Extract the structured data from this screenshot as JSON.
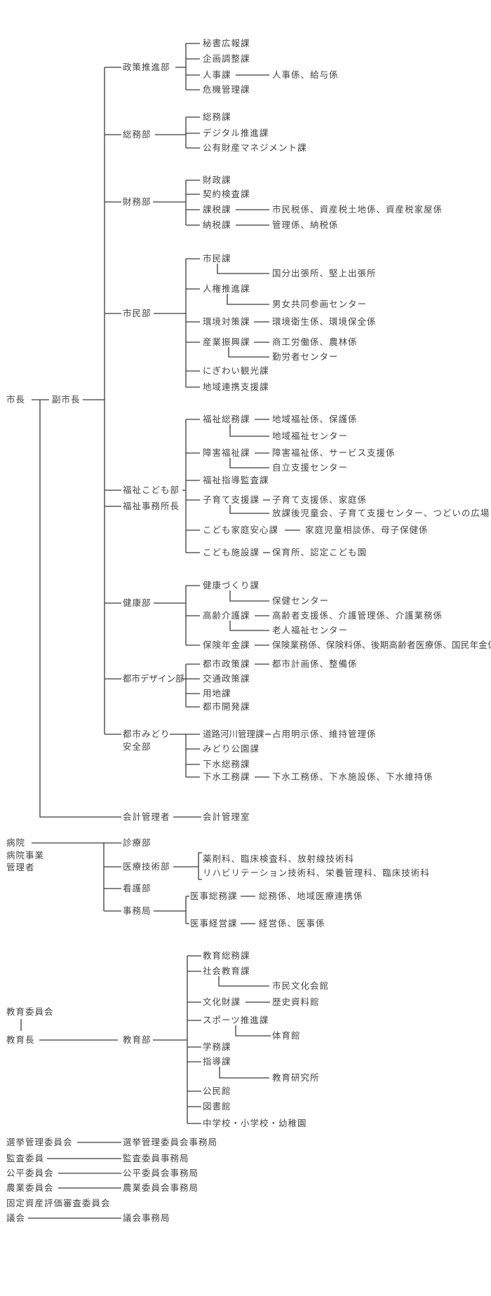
{
  "mayor": "市長",
  "deputy_mayor": "副市長",
  "departments": [
    {
      "name": "政策推進部",
      "sections": [
        {
          "name": "秘書広報課"
        },
        {
          "name": "企画調整課"
        },
        {
          "name": "人事課",
          "units": "人事係、給与係"
        },
        {
          "name": "危機管理課"
        }
      ]
    },
    {
      "name": "総務部",
      "sections": [
        {
          "name": "総務課"
        },
        {
          "name": "デジタル推進課"
        },
        {
          "name": "公有財産マネジメント課"
        }
      ]
    },
    {
      "name": "財務部",
      "sections": [
        {
          "name": "財政課"
        },
        {
          "name": "契約検査課"
        },
        {
          "name": "課税課",
          "units": "市民税係、資産税土地係、資産税家屋係"
        },
        {
          "name": "納税課",
          "units": "管理係、納税係"
        }
      ]
    },
    {
      "name": "市民部",
      "sections": [
        {
          "name": "市民課",
          "facility": "国分出張所、堅上出張所"
        },
        {
          "name": "人権推進課",
          "facility": "男女共同参画センター"
        },
        {
          "name": "環境対策課",
          "units": "環境衛生係、環境保全係"
        },
        {
          "name": "産業振興課",
          "units": "商工労働係、農林係",
          "facility": "勤労者センター"
        },
        {
          "name": "にぎわい観光課"
        },
        {
          "name": "地域連携支援課"
        }
      ]
    },
    {
      "name": "福祉こども部",
      "also": "福祉事務所長",
      "sections": [
        {
          "name": "福祉総務課",
          "units": "地域福祉係、保護係",
          "facility": "地域福祉センター"
        },
        {
          "name": "障害福祉課",
          "units": "障害福祉係、サービス支援係",
          "facility": "自立支援センター"
        },
        {
          "name": "福祉指導監査課"
        },
        {
          "name": "子育て支援課",
          "units": "子育て支援係、家庭係",
          "facility": "放課後児童会、子育て支援センター、つどいの広場"
        },
        {
          "name": "こども家庭安心課",
          "units": "家庭児童相談係、母子保健係"
        },
        {
          "name": "こども施設課",
          "units": "保育所、認定こども園"
        }
      ]
    },
    {
      "name": "健康部",
      "sections": [
        {
          "name": "健康づくり課",
          "facility": "保健センター"
        },
        {
          "name": "高齢介護課",
          "units": "高齢者支援係、介護管理係、介護業務係",
          "facility": "老人福祉センター"
        },
        {
          "name": "保険年金課",
          "units": "保険業務係、保険料係、後期高齢者医療係、国民年金係"
        }
      ]
    },
    {
      "name": "都市デザイン部",
      "sections": [
        {
          "name": "都市政策課",
          "units": "都市計画係、整備係"
        },
        {
          "name": "交通政策課"
        },
        {
          "name": "用地課"
        },
        {
          "name": "都市開発課"
        }
      ]
    },
    {
      "name": "都市みどり",
      "name_line2": "安全部",
      "sections": [
        {
          "name": "道路河川管理課",
          "units": "占用明示係、維持管理係"
        },
        {
          "name": "みどり公園課"
        },
        {
          "name": "下水総務課"
        },
        {
          "name": "下水工務課",
          "units": "下水工務係、下水施設係、下水維持係"
        }
      ]
    }
  ],
  "accounting": {
    "head": "会計管理者",
    "office": "会計管理室"
  },
  "hospital": {
    "lines": [
      "病院",
      "病院事業",
      "管理者"
    ],
    "departments": [
      {
        "name": "診療部"
      },
      {
        "name": "医療技術部",
        "units": [
          "薬剤科、臨床検査科、放射線技術科",
          "リハビリテーション技術科、栄養管理科、臨床技術科"
        ]
      },
      {
        "name": "看護部"
      },
      {
        "name": "事務局",
        "sections": [
          {
            "name": "医事総務課",
            "units": "総務係、地域医療連携係"
          },
          {
            "name": "医事経営課",
            "units": "経営係、医事係"
          }
        ]
      }
    ]
  },
  "education": {
    "board": "教育委員会",
    "superintendent": "教育長",
    "department": "教育部",
    "sections": [
      {
        "name": "教育総務課"
      },
      {
        "name": "社会教育課",
        "facility": "市民文化会館"
      },
      {
        "name": "文化財課",
        "facility": "歴史資料館"
      },
      {
        "name": "スポーツ推進課",
        "facility": "体育館"
      },
      {
        "name": "学務課"
      },
      {
        "name": "指導課",
        "facility": "教育研究所"
      },
      {
        "name": "公民館"
      },
      {
        "name": "図書館"
      },
      {
        "name": "中学校・小学校・幼稚園"
      }
    ]
  },
  "committees": [
    {
      "name": "選挙管理委員会",
      "office": "選挙管理委員会事務局"
    },
    {
      "name": "監査委員",
      "office": "監査委員事務局"
    },
    {
      "name": "公平委員会",
      "office": "公平委員会事務局"
    },
    {
      "name": "農業委員会",
      "office": "農業委員会事務局"
    },
    {
      "name": "固定資産評価審査委員会"
    },
    {
      "name": "議会",
      "office": "議会事務局"
    }
  ]
}
